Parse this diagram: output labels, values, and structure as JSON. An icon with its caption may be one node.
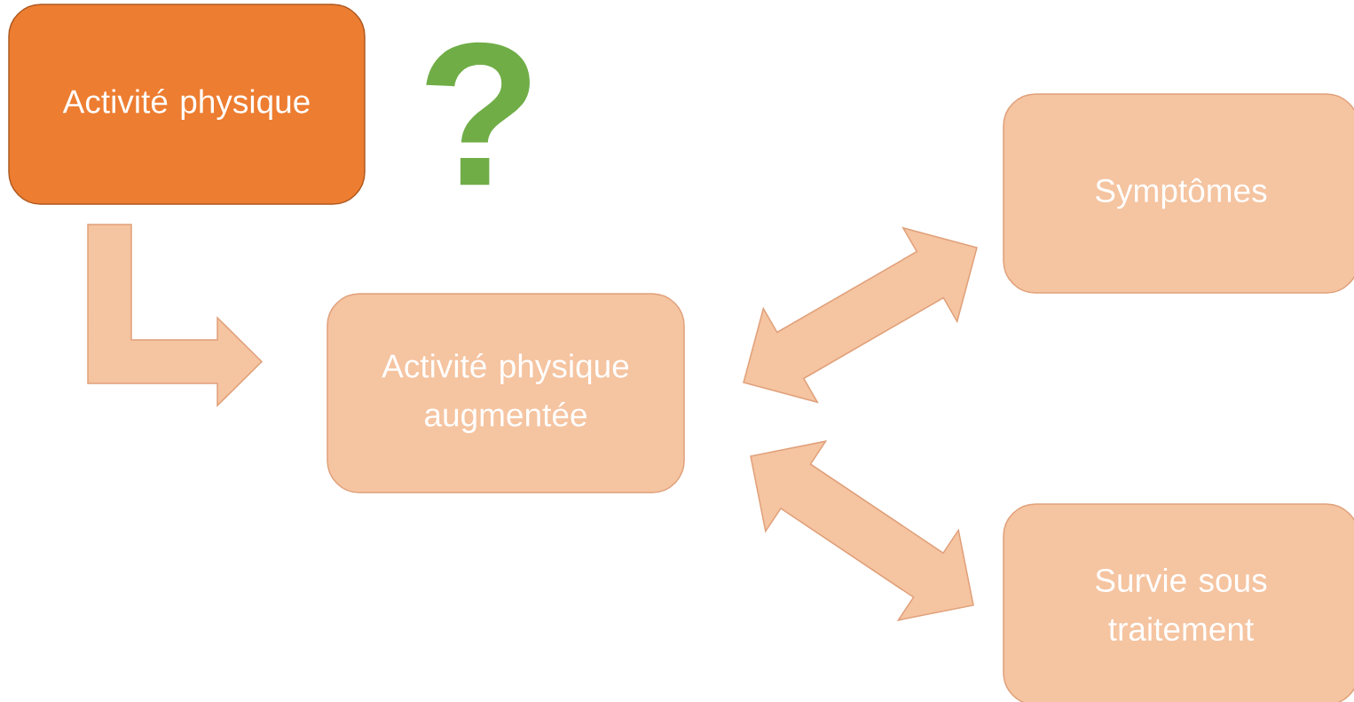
{
  "diagram": {
    "nodes": [
      {
        "text": [
          "Activité physique"
        ]
      },
      {
        "text": [
          "Activité physique augmentée"
        ]
      },
      {
        "text": [
          "Symptômes"
        ]
      },
      {
        "text": [
          "Survie sous traitement"
        ]
      }
    ],
    "edges": [
      {
        "from": 0,
        "to": 1,
        "arrow": "to"
      },
      {
        "from": 1,
        "to": 2,
        "arrow": "both"
      },
      {
        "from": 1,
        "to": 3,
        "arrow": "both"
      }
    ],
    "labels": [
      "?"
    ]
  }
}
